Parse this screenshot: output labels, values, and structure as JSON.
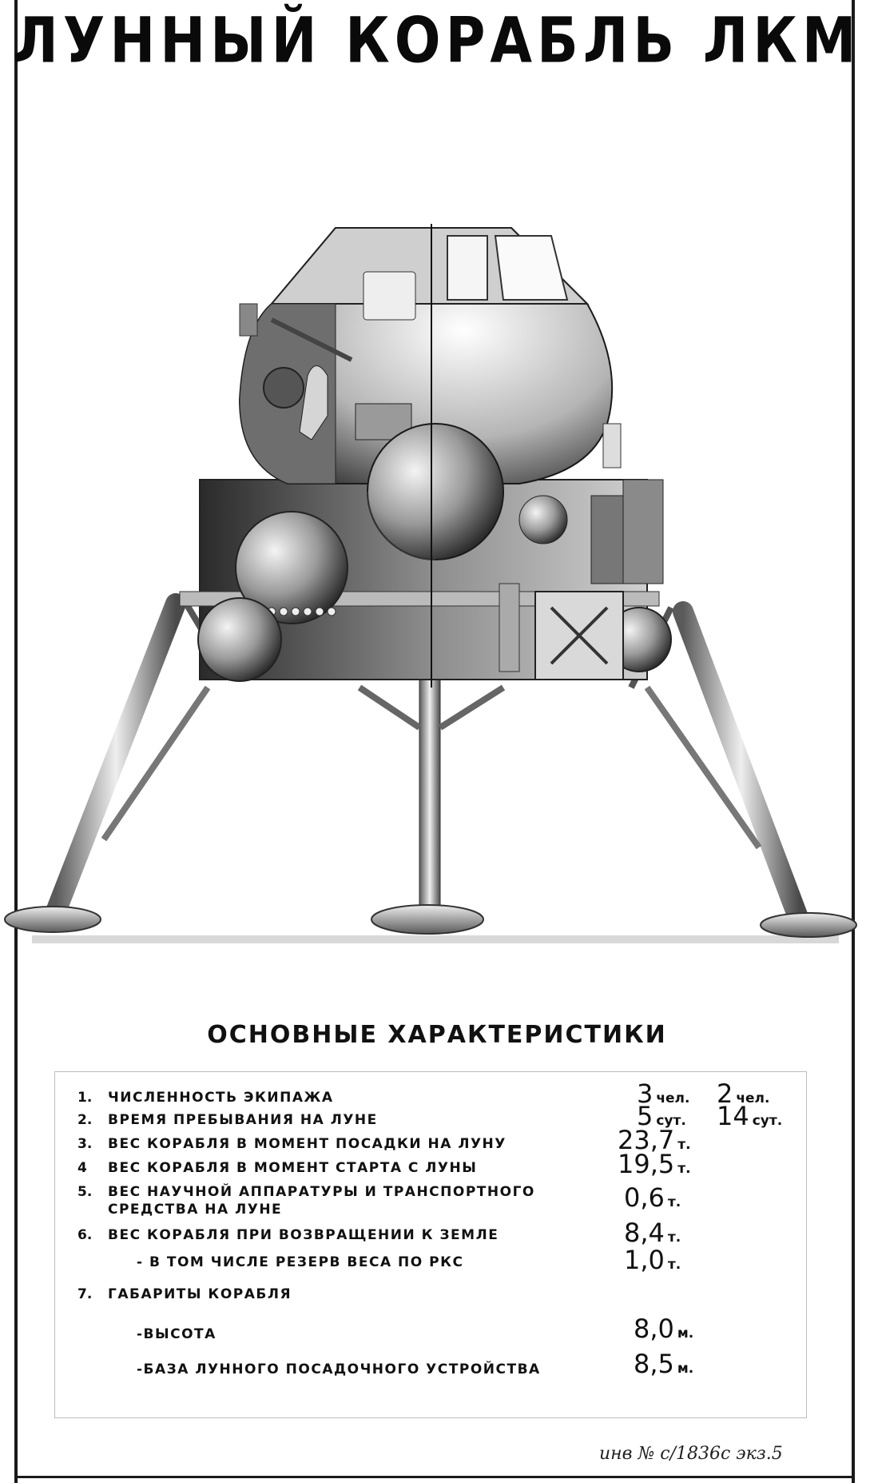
{
  "title": "ЛУННЫЙ КОРАБЛЬ ЛКМ",
  "subtitle": "ОСНОВНЫЕ ХАРАКТЕРИСТИКИ",
  "rows": [
    {
      "num": "1.",
      "label": "Численность экипажа",
      "value": "3",
      "unit": "чел.",
      "value2": "2",
      "unit2": "чел."
    },
    {
      "num": "2.",
      "label": "Время пребывания на Луне",
      "value": "5",
      "unit": "сут.",
      "value2": "14",
      "unit2": "сут."
    },
    {
      "num": "3.",
      "label": "Вес корабля в момент посадки на Луну",
      "value": "23,7",
      "unit": "т."
    },
    {
      "num": "4",
      "label": "Вес корабля в момент старта с Луны",
      "value": "19,5",
      "unit": "т."
    },
    {
      "num": "5.",
      "label": "Вес научной аппаратуры и транспортного",
      "label2": "средства на Луне",
      "value": "0,6",
      "unit": "т."
    },
    {
      "num": "6.",
      "label": "Вес корабля при возвращении к Земле",
      "value": "8,4",
      "unit": "т."
    },
    {
      "label": "- в том числе   резерв веса по РКС",
      "value": "1,0",
      "unit": "т."
    },
    {
      "num": "7.",
      "label": "Габариты корабля"
    },
    {
      "label": "-высота",
      "value": "8,0",
      "unit": "м."
    },
    {
      "label": "-база лунного посадочного устройства",
      "value": "8,5",
      "unit": "м."
    }
  ],
  "note": "инв № с/1836с  экз.5"
}
